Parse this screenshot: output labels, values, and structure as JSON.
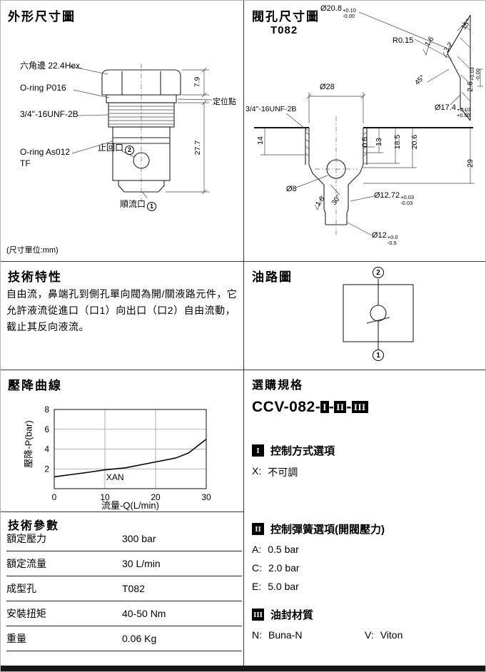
{
  "colors": {
    "divider": "#3a3a3a",
    "bottom_bar": "#151515",
    "box_black": "#000000"
  },
  "outline_section": {
    "title": "外形尺寸圖",
    "unit_note": "(尺寸單位:mm)",
    "labels": {
      "hex": "六角邊  22.4Hex.",
      "oring_top": "O-ring P016",
      "thread": "3/4\"-16UNF-2B",
      "oring_bottom": "O-ring As012",
      "tf": "TF",
      "check_port": "止回口",
      "check_port_num": "2",
      "flow_port": "順流口",
      "flow_port_num": "1",
      "dim_head": "7.9",
      "locate_point": "定位點",
      "dim_body": "27.7"
    }
  },
  "cavity_section": {
    "title": "閥孔尺寸圖",
    "subtitle": "T082",
    "dims": {
      "d208": "Ø20.8",
      "d208_tol_p": "+0.10",
      "d208_tol_m": "-0.00",
      "r015": "R0.15",
      "a15": "15°",
      "n16a": "1.6",
      "n32": "3.2",
      "a45": "45°",
      "n26": "2.6",
      "n26_tol_p": "+0.03",
      "n26_tol_m": "-0.00",
      "d174": "Ø17.4",
      "d174_tol_p": "+0.10",
      "d174_tol_m": "+0.00",
      "d28": "Ø28",
      "thread": "3/4\"-16UNF-2B",
      "n14": "14",
      "n05": "0.5",
      "n13": "13",
      "n185": "18.5",
      "n206": "20.6",
      "n29": "29",
      "d8": "Ø8",
      "a30": "30°",
      "n16b": "1.6",
      "d1272": "Ø12.72",
      "d1272_tol_p": "+0.03",
      "d1272_tol_m": "-0.03",
      "d12": "Ø12",
      "d12_tol_p": "+0.0",
      "d12_tol_m": "-0.5"
    }
  },
  "features_section": {
    "title": "技術特性",
    "body": "自由流，鼻端孔到側孔單向閥為開/關液路元件，它允許液流從進口（口1）向出口（口2）自由流動，截止其反向液流。"
  },
  "circuit_section": {
    "title": "油路圖",
    "port_top": "2",
    "port_bottom": "1"
  },
  "curve_section": {
    "title": "壓降曲線"
  },
  "chart_data": {
    "type": "line",
    "title": "壓降曲線",
    "xlabel": "流量-Q(L/min)",
    "ylabel": "壓降-P(bar)",
    "xlim": [
      0,
      30
    ],
    "ylim": [
      0,
      8
    ],
    "xticks": [
      0,
      10,
      20,
      30
    ],
    "yticks": [
      2,
      4,
      6,
      8
    ],
    "grid": true,
    "legend": "none",
    "series": [
      {
        "name": "XAN",
        "x": [
          0,
          3,
          6,
          10,
          14,
          18,
          21,
          24,
          26.5,
          28.5,
          30
        ],
        "y": [
          1.2,
          1.4,
          1.6,
          1.9,
          2.1,
          2.5,
          2.8,
          3.1,
          3.6,
          4.4,
          5.0
        ]
      }
    ]
  },
  "params_section": {
    "title": "技術參數",
    "rows": [
      {
        "label": "額定壓力",
        "value": "300 bar"
      },
      {
        "label": "額定流量",
        "value": "30 L/min"
      },
      {
        "label": "成型孔",
        "value": "T082"
      },
      {
        "label": "安裝扭矩",
        "value": "40-50 Nm"
      },
      {
        "label": "重量",
        "value": "0.06 Kg"
      }
    ]
  },
  "ordering_section": {
    "title": "選購規格",
    "model_prefix": "CCV-082-",
    "dash": "-",
    "code_boxes": [
      "I",
      "II",
      "III"
    ],
    "groups": [
      {
        "box": "I",
        "heading": "控制方式選項",
        "options": [
          {
            "k": "X:",
            "v": "不可調"
          }
        ]
      },
      {
        "box": "II",
        "heading": "控制彈簧選項(開閥壓力)",
        "options": [
          {
            "k": "A:",
            "v": "0.5  bar"
          },
          {
            "k": "C:",
            "v": "2.0  bar"
          },
          {
            "k": "E:",
            "v": "5.0  bar"
          }
        ]
      },
      {
        "box": "III",
        "heading": "油封材質",
        "options": [
          {
            "k": "N:",
            "v": "Buna-N"
          },
          {
            "k": "V:",
            "v": "Viton"
          }
        ]
      }
    ]
  }
}
